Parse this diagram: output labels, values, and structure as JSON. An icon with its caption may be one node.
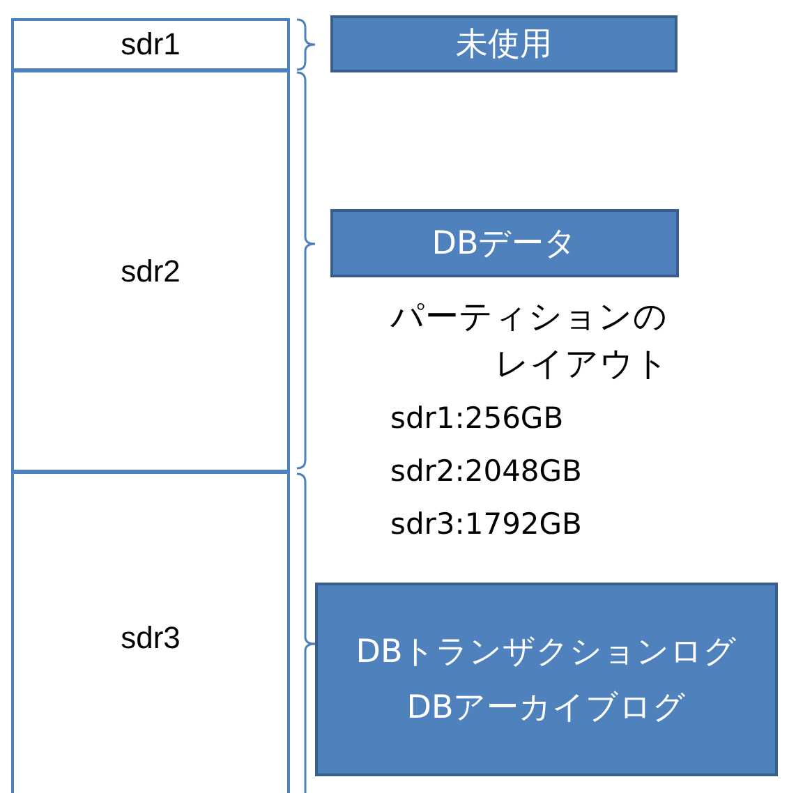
{
  "diagram": {
    "nodes": [
      {
        "text": [
          "sdr1"
        ]
      },
      {
        "text": [
          "sdr2"
        ]
      },
      {
        "text": [
          "sdr3"
        ]
      },
      {
        "text": [
          "未使用"
        ]
      },
      {
        "text": [
          "DBデータ"
        ]
      },
      {
        "text": [
          "DBトランザクションログ",
          "DBアーカイブログ"
        ]
      }
    ],
    "labels": [
      "パーティションのレイアウト",
      "sdr1:256GB",
      "sdr2:2048GB",
      "sdr3:1792GB"
    ]
  }
}
